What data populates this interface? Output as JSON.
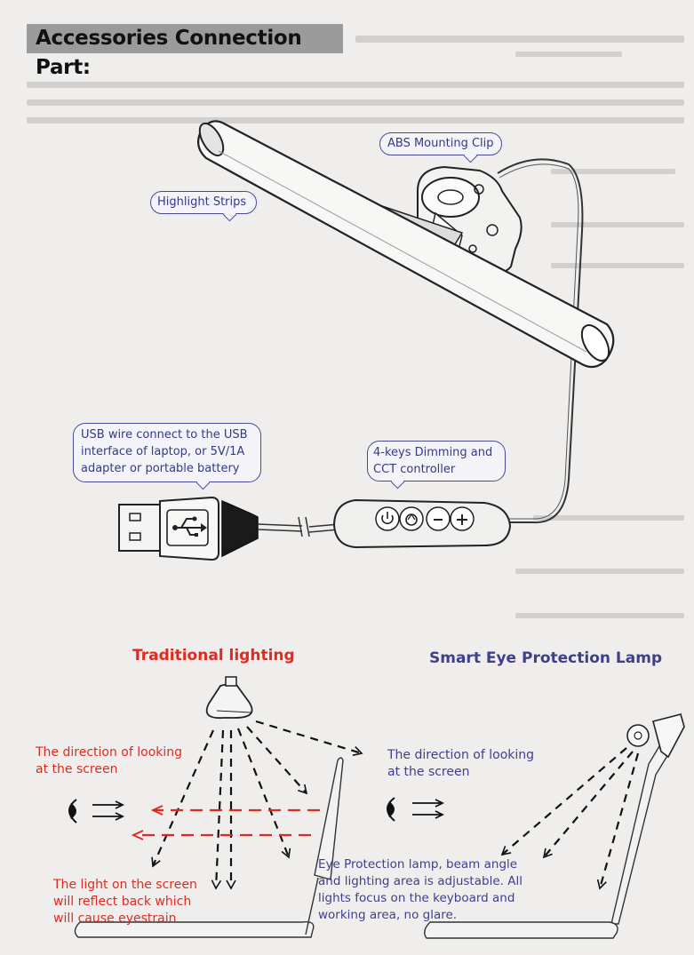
{
  "header": {
    "title": "Accessories Connection Part:"
  },
  "callouts": {
    "abs_clip": "ABS Mounting Clip",
    "highlight_strips": "Highlight Strips",
    "usb_wire": [
      "USB wire connect to the USB",
      "interface of laptop, or 5V/1A",
      "adapter or portable battery"
    ],
    "controller": [
      "4-keys Dimming and",
      "CCT controller"
    ]
  },
  "traditional": {
    "title": "Traditional lighting",
    "direction": [
      "The direction of looking",
      "at the screen"
    ],
    "reflection": [
      "The light on the screen",
      "will reflect back which",
      "will cause eyestrain"
    ]
  },
  "smart": {
    "title": "Smart Eye Protection Lamp",
    "direction": [
      "The direction of looking",
      "at the screen"
    ],
    "description": [
      "Eye Protection lamp, beam angle",
      "and lighting area is adjustable. All",
      "lights focus on the keyboard and",
      "working area, no glare."
    ]
  },
  "colors": {
    "red": "#e02a1f",
    "blue": "#3e3f8f",
    "header_bg": "#9b9b9b"
  },
  "icons": [
    "usb-icon",
    "power-icon",
    "cct-icon",
    "minus-icon",
    "plus-icon",
    "eye-icon"
  ]
}
